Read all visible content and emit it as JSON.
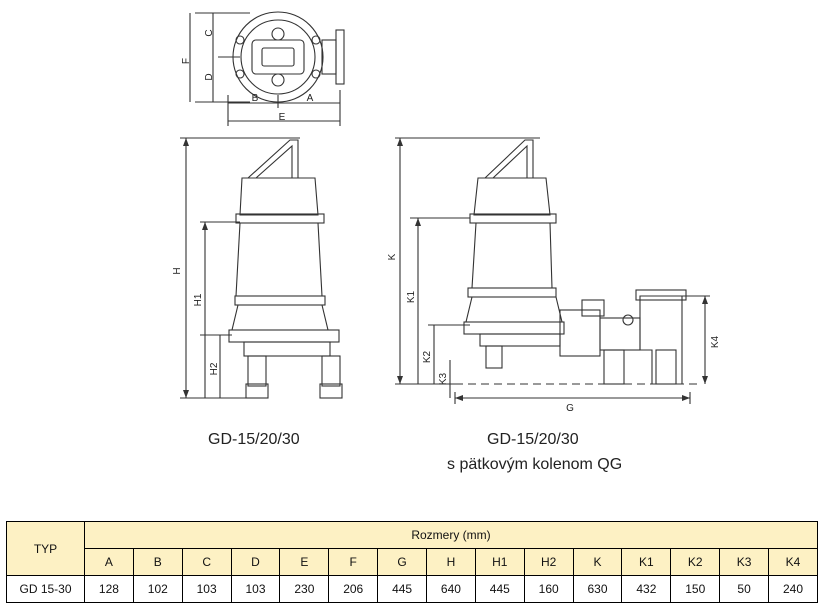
{
  "drawing": {
    "top_view_labels": [
      "F",
      "C",
      "D",
      "B",
      "A",
      "E"
    ],
    "front_view_labels": [
      "H",
      "H1",
      "H2"
    ],
    "side_view_labels": [
      "K",
      "K1",
      "K2",
      "K3",
      "K4",
      "G"
    ]
  },
  "captions": {
    "left": "GD-15/20/30",
    "right_line1": "GD-15/20/30",
    "right_line2": "s pätkovým kolenom QG"
  },
  "table": {
    "typ_header": "TYP",
    "group_header": "Rozmery (mm)",
    "columns": [
      "A",
      "B",
      "C",
      "D",
      "E",
      "F",
      "G",
      "H",
      "H1",
      "H2",
      "K",
      "K1",
      "K2",
      "K3",
      "K4"
    ],
    "rows": [
      {
        "typ": "GD 15-30",
        "values": [
          "128",
          "102",
          "103",
          "103",
          "230",
          "206",
          "445",
          "640",
          "445",
          "160",
          "630",
          "432",
          "150",
          "50",
          "240"
        ]
      }
    ]
  }
}
